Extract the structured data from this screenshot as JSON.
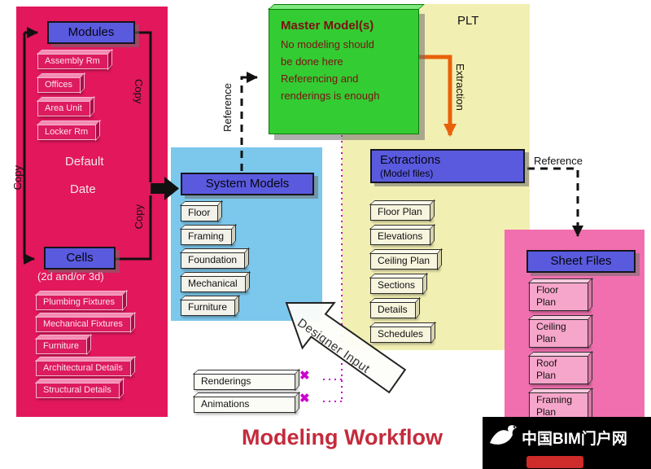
{
  "title": "Modeling Workflow",
  "labels": {
    "plt": "PLT",
    "reference": "Reference",
    "extraction": "Extraction",
    "copy": "Copy",
    "designer_input": "Designer Input",
    "default_line1": "Default",
    "default_line2": "Date",
    "cross": "✖"
  },
  "modules": {
    "header": "Modules",
    "items": [
      "Assembly Rm",
      "Offices",
      "Area Unit",
      "Locker Rm"
    ]
  },
  "cells": {
    "header": "Cells",
    "subheader": "(2d and/or 3d)",
    "items": [
      "Plumbing Fixtures",
      "Mechanical Fixtures",
      "Furniture",
      "Architectural Details",
      "Structural Details"
    ]
  },
  "system_models": {
    "header": "System Models",
    "items": [
      "Floor",
      "Framing",
      "Foundation",
      "Mechanical",
      "Furniture"
    ]
  },
  "master_model": {
    "title": "Master Model(s)",
    "body": [
      "No modeling should",
      "be done here",
      "Referencing and",
      "renderings is enough"
    ]
  },
  "extractions": {
    "header": "Extractions",
    "subheader": "(Model files)",
    "items": [
      "Floor Plan",
      "Elevations",
      "Ceiling Plan",
      "Sections",
      "Details",
      "Schedules"
    ]
  },
  "sheet_files": {
    "header": "Sheet Files",
    "items": [
      [
        "Floor",
        "Plan"
      ],
      [
        "Ceiling",
        "Plan"
      ],
      [
        "Roof",
        "Plan"
      ],
      [
        "Framing",
        "Plan"
      ]
    ]
  },
  "outputs": {
    "renderings": "Renderings",
    "animations": "Animations"
  },
  "footer": {
    "brand": "中国BIM门户网"
  },
  "colors": {
    "crimson": "#E2175C",
    "skyblue": "#7CC7EC",
    "paleyellow": "#F2EFB2",
    "pink": "#F16FAE",
    "green": "#33CC33",
    "headerblue": "#5A5ADF",
    "orange": "#E8610A",
    "magenta": "#CC00CC",
    "titlered": "#C42B3C"
  }
}
